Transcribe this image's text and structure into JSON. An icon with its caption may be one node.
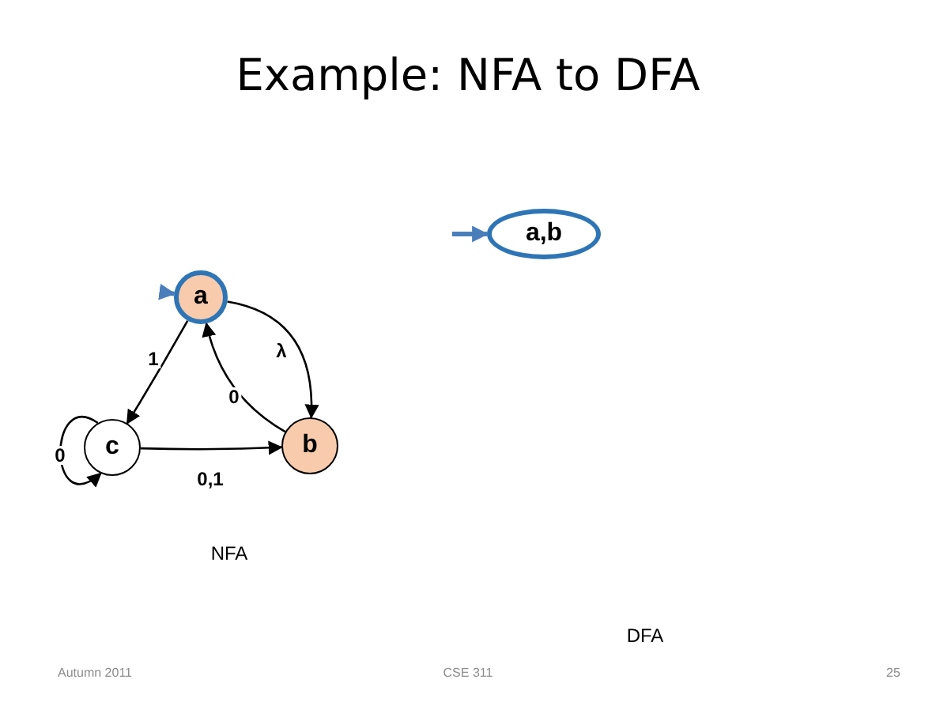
{
  "diagram": {
    "title": "Example: NFA to DFA",
    "nodes": [
      {
        "text": [
          "a"
        ]
      },
      {
        "text": [
          "b"
        ]
      },
      {
        "text": [
          "c"
        ]
      },
      {
        "text": [
          "a,b"
        ]
      }
    ],
    "edges": [
      {
        "from": null,
        "to": 0,
        "arrow": "to",
        "color": "#4a7ebb",
        "style": "thick"
      },
      {
        "from": 0,
        "to": 2,
        "arrow": "to",
        "label": "1"
      },
      {
        "from": 0,
        "to": 1,
        "arrow": "to",
        "label": "λ"
      },
      {
        "from": 1,
        "to": 0,
        "arrow": "to",
        "label": "0"
      },
      {
        "from": 2,
        "to": 1,
        "arrow": "to",
        "label": "0,1"
      },
      {
        "from": 2,
        "to": 2,
        "arrow": "to",
        "label": "0"
      },
      {
        "from": null,
        "to": 3,
        "arrow": "to",
        "color": "#4a7ebb",
        "style": "thick"
      }
    ],
    "labels": [
      "NFA",
      "DFA",
      "Autumn 2011",
      "CSE 311",
      "25"
    ]
  }
}
